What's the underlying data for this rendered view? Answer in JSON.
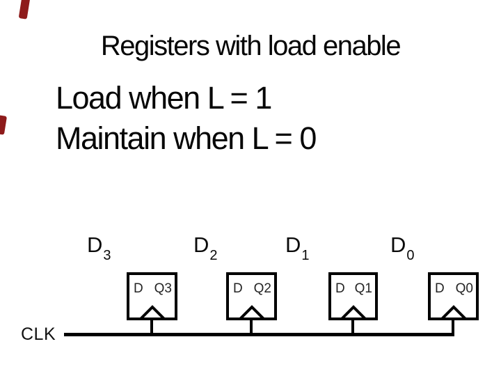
{
  "slide": {
    "title": "Registers with load enable",
    "body_line1": "Load when L = 1",
    "body_line2": "Maintain when L = 0",
    "accent_color": "#8e1b1b",
    "text_color": "#060606",
    "background_color": "#ffffff"
  },
  "diagram": {
    "input_labels": [
      {
        "base": "D",
        "sub": "3"
      },
      {
        "base": "D",
        "sub": "2"
      },
      {
        "base": "D",
        "sub": "1"
      },
      {
        "base": "D",
        "sub": "0"
      }
    ],
    "flipflops": [
      {
        "d_label": "D",
        "q_label": "Q3"
      },
      {
        "d_label": "D",
        "q_label": "Q2"
      },
      {
        "d_label": "D",
        "q_label": "Q1"
      },
      {
        "d_label": "D",
        "q_label": "Q0"
      }
    ],
    "clk_label": "CLK"
  }
}
